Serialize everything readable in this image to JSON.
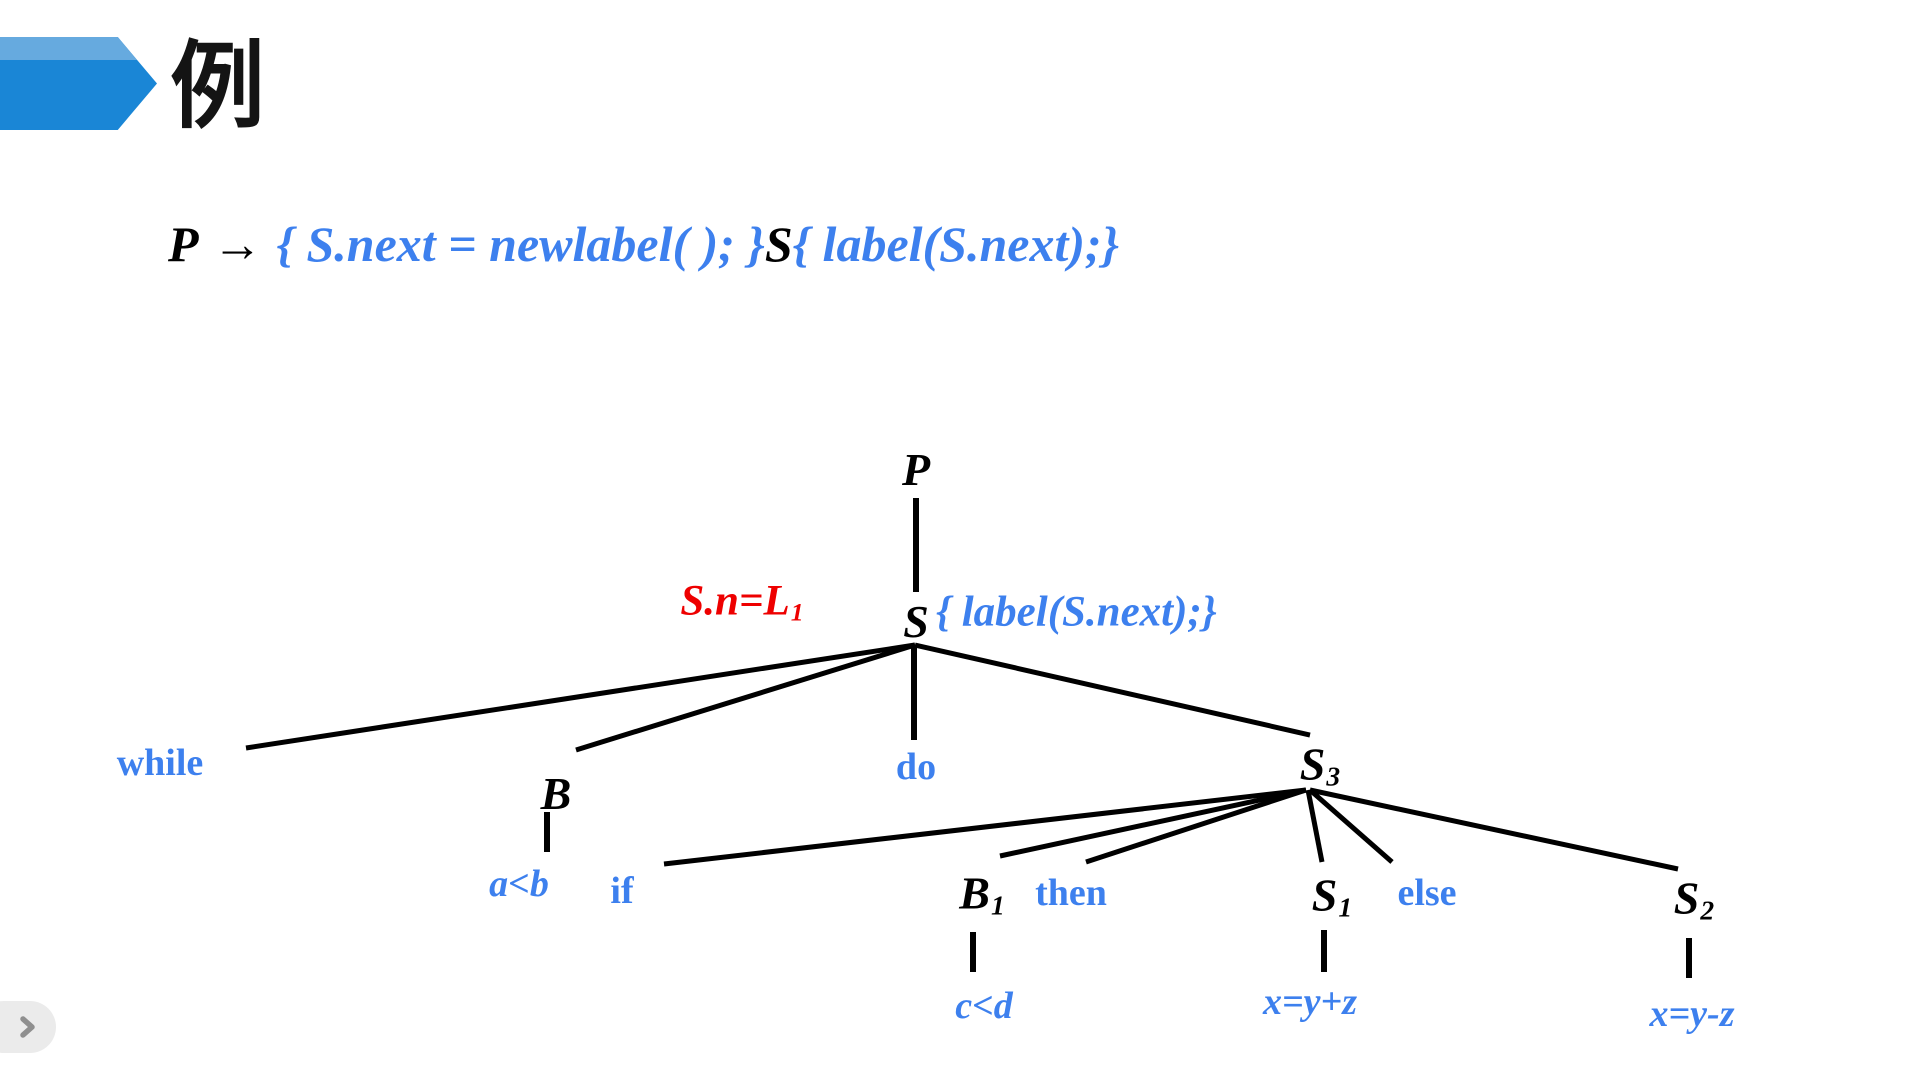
{
  "colors": {
    "arrow_main": "#1a86d6",
    "arrow_light": "#66aadf",
    "blue_text": "#3d80ee",
    "red_text": "#ee0000",
    "line_black": "#000000",
    "button_bg": "#ebebeb",
    "button_icon": "#8f8f8f"
  },
  "title": {
    "text": "例"
  },
  "rule": {
    "lhs": "P",
    "arrow": "→",
    "pre_action": "{ S.next = newlabel( ); }",
    "symbol": "S",
    "post_action": "{ label(S.next);}"
  },
  "tree": {
    "annotations": {
      "red_attr": {
        "text": "S.n=L",
        "sub": "1"
      },
      "s_action": "{ label(S.next);}"
    },
    "nodes": {
      "p": {
        "label": "P",
        "sub": ""
      },
      "s": {
        "label": "S",
        "sub": ""
      },
      "b": {
        "label": "B",
        "sub": ""
      },
      "s3": {
        "label": "S",
        "sub": "3"
      },
      "b1": {
        "label": "B",
        "sub": "1"
      },
      "s1": {
        "label": "S",
        "sub": "1"
      },
      "s2": {
        "label": "S",
        "sub": "2"
      }
    },
    "terminals": {
      "while": "while",
      "do": "do",
      "if": "if",
      "then": "then",
      "else": "else"
    },
    "leaves": {
      "b_cond": "a<b",
      "b1_cond": "c<d",
      "s1_stmt": "x=y+z",
      "s2_stmt": "x=y-z"
    }
  }
}
